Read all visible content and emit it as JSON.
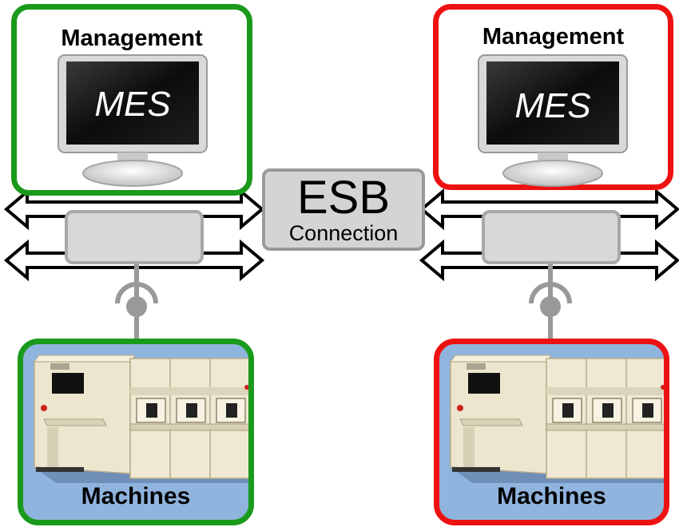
{
  "left": {
    "accent": "#1a9a1a",
    "management_label": "Management",
    "monitor_label": "MES",
    "machines_label": "Machines"
  },
  "right": {
    "accent": "#ee1111",
    "management_label": "Management",
    "monitor_label": "MES",
    "machines_label": "Machines"
  },
  "esb": {
    "title": "ESB",
    "subtitle": "Connection"
  },
  "colors": {
    "adapter_fill": "#d8d8d8",
    "esb_fill": "#d4d4d4",
    "machines_bg": "#8fb4dd"
  }
}
